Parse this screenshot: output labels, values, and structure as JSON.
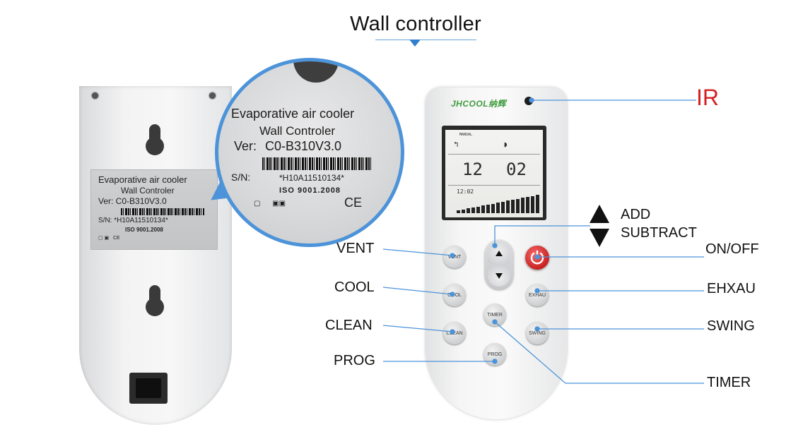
{
  "title": "Wall controller",
  "back_label": {
    "line1": "Evaporative air cooler",
    "line2": "Wall Controler",
    "line3": "Ver: C0-B310V3.0",
    "line4": "S/N:   *H10A11510134*",
    "line5": "ISO 9001.2008"
  },
  "lens_label": {
    "line1": "Evaporative air cooler",
    "line2": "Wall Controler",
    "ver_key": "Ver:",
    "ver_val": "C0-B310V3.0",
    "sn_key": "S/N:",
    "sn_val": "*H10A11510134*",
    "iso": "ISO 9001.2008",
    "ce": "CE"
  },
  "remote": {
    "brand": "JHCOOL纳辉",
    "lcd": {
      "mode_small": "MANUAL",
      "left_number": "12",
      "right_number": "02",
      "time_small": "12:02"
    },
    "buttons": {
      "vent": "VENT",
      "cool": "COOL",
      "clean": "CLEAN",
      "timer": "TIMER",
      "prog": "PROG",
      "exhau": "EXHAU",
      "swing": "SWING"
    }
  },
  "callouts": {
    "ir": "IR",
    "add": "ADD",
    "subtract": "SUBTRACT",
    "vent": "VENT",
    "cool": "COOL",
    "clean": "CLEAN",
    "prog": "PROG",
    "on_off": "ON/OFF",
    "ehxau": "EHXAU",
    "swing": "SWING",
    "timer": "TIMER"
  },
  "colors": {
    "accent_blue": "#4c93d9",
    "ir_red": "#d42020",
    "power_red": "#c41818",
    "brand_green": "#3f9c3f"
  }
}
